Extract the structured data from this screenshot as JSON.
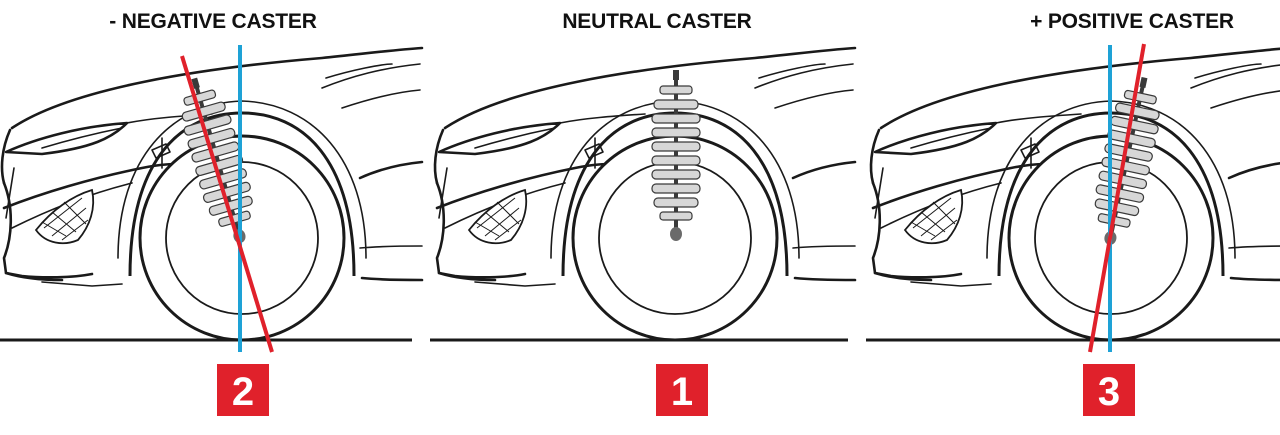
{
  "panels": [
    {
      "title": "- NEGATIVE CASTER",
      "number": "2",
      "caster": "negative"
    },
    {
      "title": "NEUTRAL CASTER",
      "number": "1",
      "caster": "neutral"
    },
    {
      "title": "+ POSITIVE CASTER",
      "number": "3",
      "caster": "positive"
    }
  ],
  "colors": {
    "vertical_reference": "#1ea2d6",
    "steering_axis": "#e0212b",
    "badge": "#e0212b",
    "ink": "#1a1a1a"
  }
}
